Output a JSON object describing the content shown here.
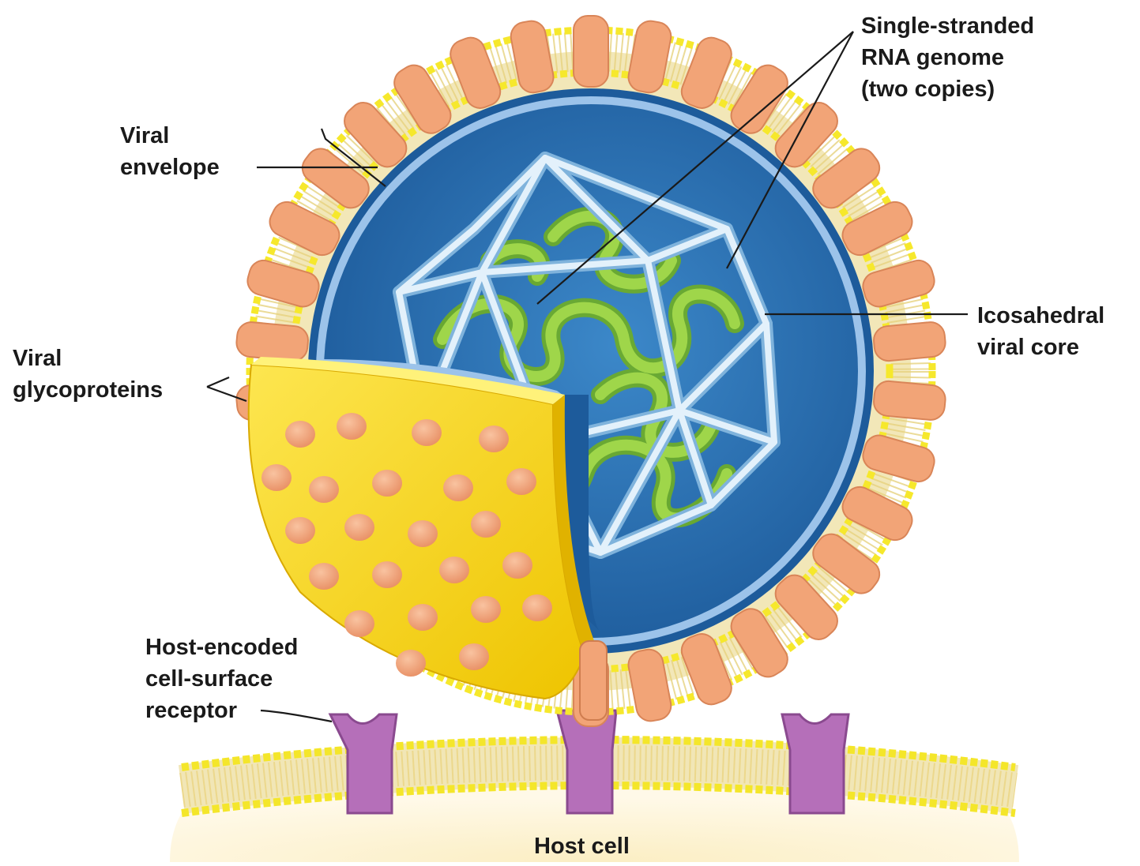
{
  "labels": {
    "rna_genome": [
      "Single-stranded",
      "RNA genome",
      "(two copies)"
    ],
    "viral_envelope": [
      "Viral",
      "envelope"
    ],
    "icosahedral_core": [
      "Icosahedral",
      "viral core"
    ],
    "viral_glycoproteins": [
      "Viral",
      "glycoproteins"
    ],
    "host_receptor": [
      "Host-encoded",
      "cell-surface",
      "receptor"
    ],
    "host_cell": "Host cell"
  },
  "colors": {
    "membrane_head": "#f7e93a",
    "membrane_tail": "#efe4b0",
    "glycoprotein": "#f2a477",
    "capsid_outer": "#2f6fb0",
    "capsid_inner": "#1f5a9a",
    "capsid_rim": "#9cc3ea",
    "icosahedron": "#cfe6f7",
    "rna": "#8fcc3a",
    "cutaway": "#f5d400",
    "receptor": "#b56fb9",
    "host_cytoplasm": "#fbf1cf"
  }
}
